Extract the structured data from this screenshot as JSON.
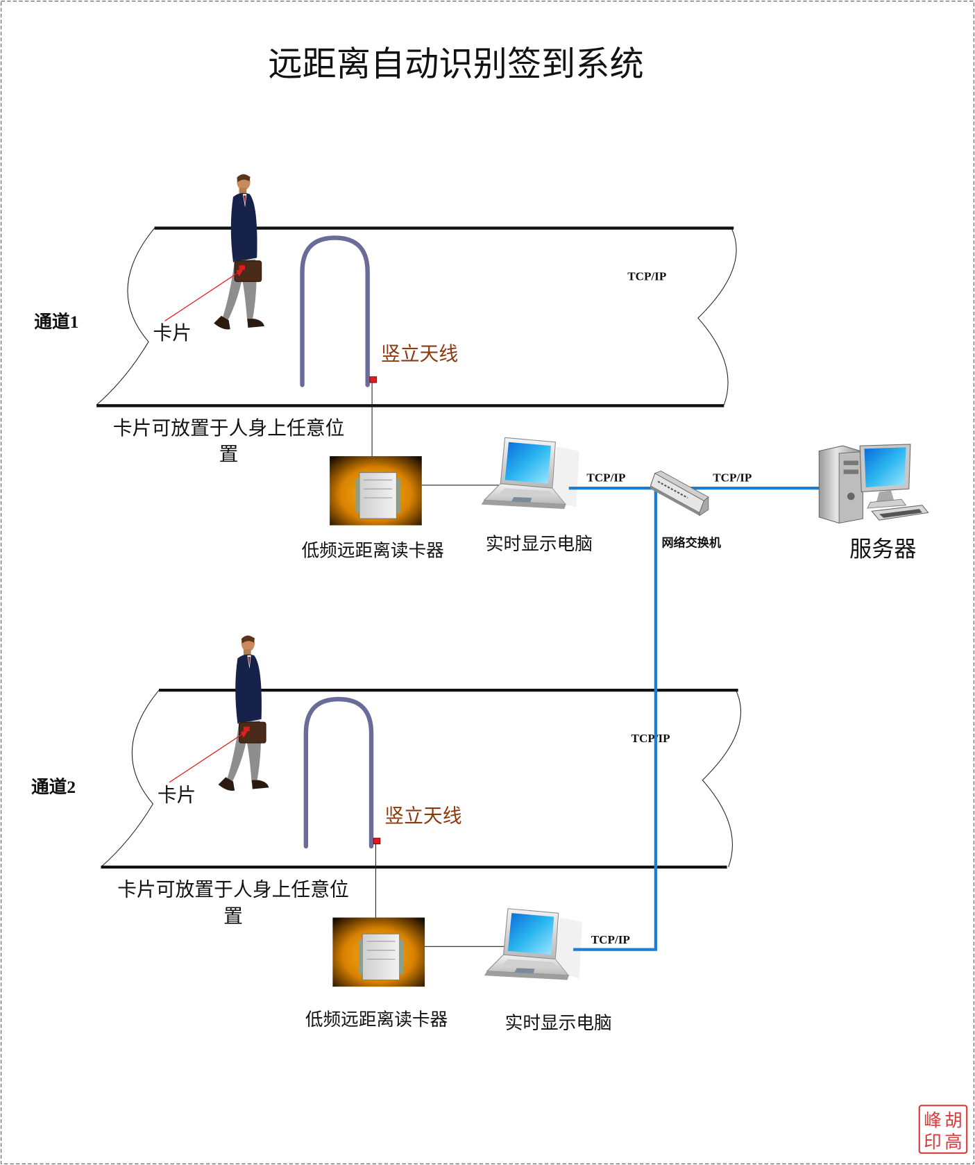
{
  "title": "远距离自动识别签到系统",
  "colors": {
    "network_line": "#1a7fd4",
    "antenna": "#6b6b9a",
    "antenna_label": "#8b3a0f",
    "card_pointer": "#e02020",
    "seal": "#d83a3a"
  },
  "channels": [
    {
      "label": "通道1",
      "card_label": "卡片",
      "antenna_label": "竖立天线",
      "placement_line1": "卡片可放置于人身上任意位",
      "placement_line2": "置",
      "reader_label": "低频远距离读卡器",
      "pc_label": "实时显示电脑",
      "pc_link_label": "TCP/IP",
      "corridor_label": "TCP/IP"
    },
    {
      "label": "通道2",
      "card_label": "卡片",
      "antenna_label": "竖立天线",
      "placement_line1": "卡片可放置于人身上任意位",
      "placement_line2": "置",
      "reader_label": "低频远距离读卡器",
      "pc_label": "实时显示电脑",
      "pc_link_label": "TCP/IP",
      "corridor_label": "TCP/IP"
    }
  ],
  "switch": {
    "label": "网络交换机",
    "server_link_label": "TCP/IP"
  },
  "server": {
    "label": "服务器"
  },
  "seal": {
    "chars": [
      "胡",
      "高",
      "峰",
      "印"
    ]
  }
}
